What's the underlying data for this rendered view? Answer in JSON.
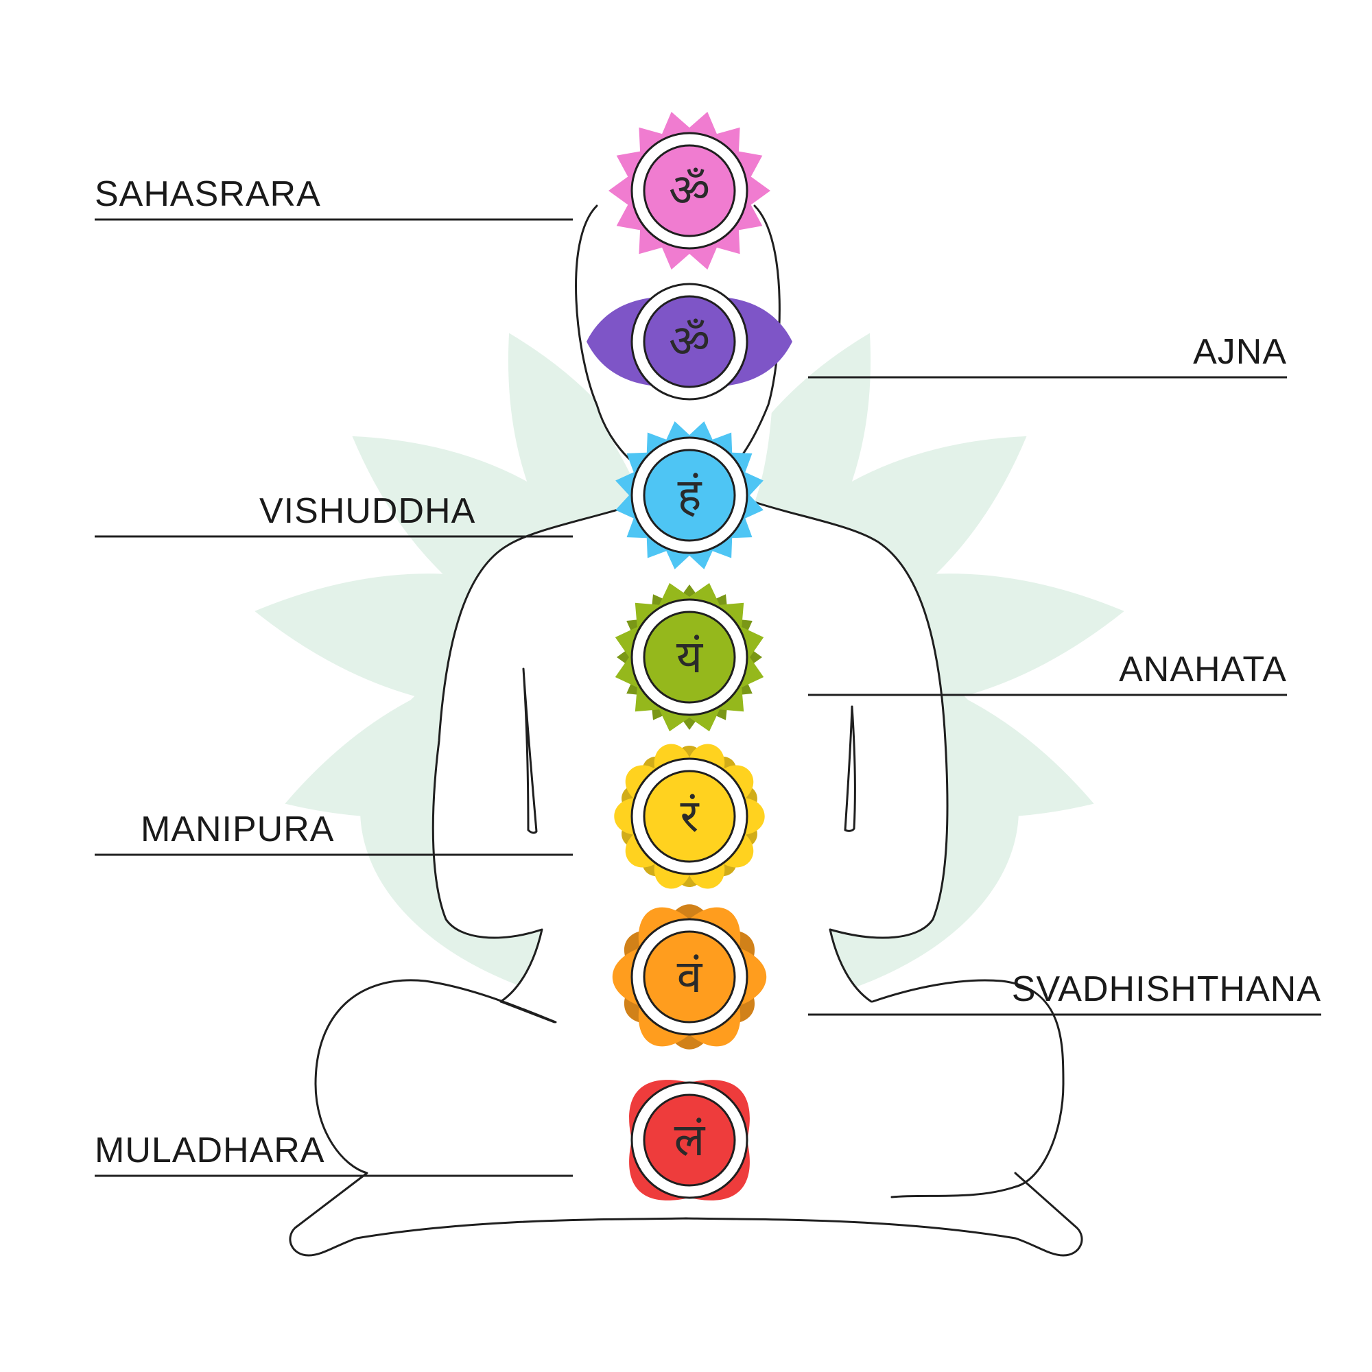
{
  "chakras": [
    {
      "name": "SAHASRARA",
      "symbol": "ॐ",
      "color": "#f07cd0",
      "side": "left",
      "style": "lotus-pink"
    },
    {
      "name": "AJNA",
      "symbol": "ॐ",
      "color": "#7e55c7",
      "side": "right",
      "style": "wings"
    },
    {
      "name": "VISHUDDHA",
      "symbol": "हं",
      "color": "#4ec5f4",
      "side": "left",
      "style": "many-petals"
    },
    {
      "name": "ANAHATA",
      "symbol": "यं",
      "color": "#95b81c",
      "side": "right",
      "style": "twelve-petals"
    },
    {
      "name": "MANIPURA",
      "symbol": "रं",
      "color": "#ffd21f",
      "side": "left",
      "style": "ten-petals"
    },
    {
      "name": "SVADHISHTHANA",
      "symbol": "वं",
      "color": "#ff9d1e",
      "side": "right",
      "style": "six-petals"
    },
    {
      "name": "MULADHARA",
      "symbol": "लं",
      "color": "#ee3c3c",
      "side": "left",
      "style": "four-petals"
    }
  ],
  "colors": {
    "background": "#ffffff",
    "backdrop_lotus": "#e3f2e9",
    "outline": "#1f1f1f",
    "ring": "#ffffff"
  }
}
